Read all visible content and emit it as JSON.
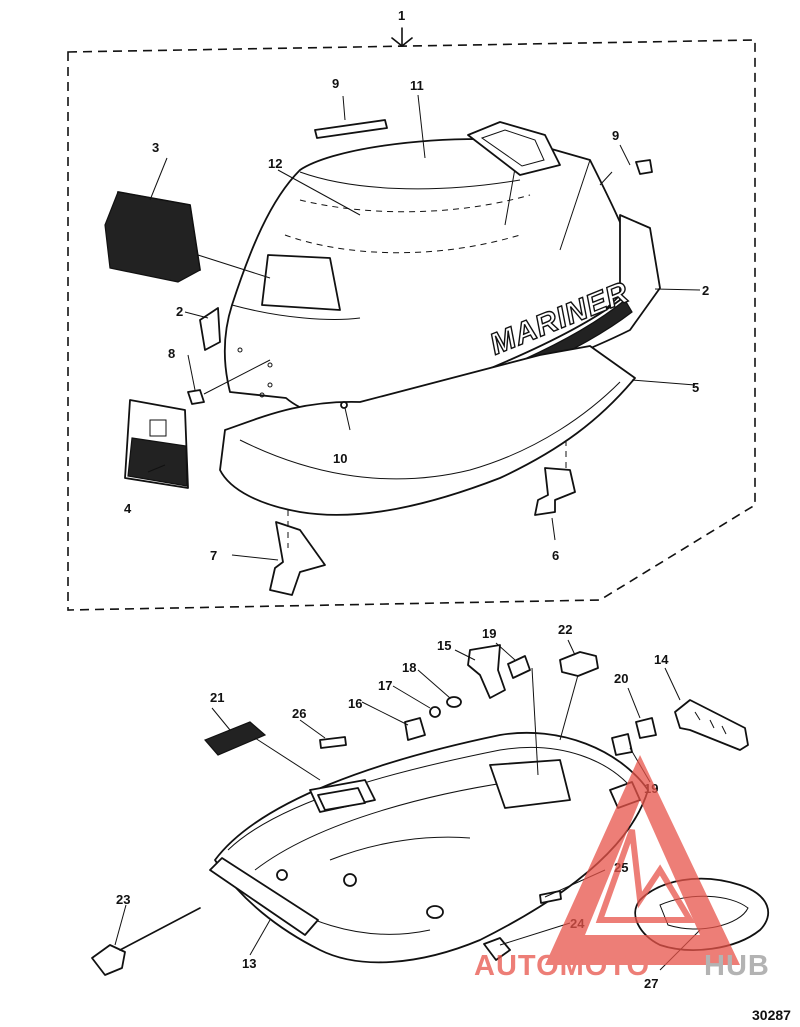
{
  "figure_number": "30287",
  "brand_text": "MARINER",
  "watermark": {
    "part1": "AUTOMOTO",
    "part2": "HUB",
    "color_primary": "#e8544a",
    "color_secondary": "#9a9a9a"
  },
  "callouts": [
    "1",
    "2",
    "3",
    "4",
    "5",
    "6",
    "7",
    "8",
    "9",
    "10",
    "11",
    "12",
    "13",
    "14",
    "15",
    "16",
    "17",
    "18",
    "19",
    "20",
    "21",
    "22",
    "23",
    "24",
    "25",
    "26",
    "27"
  ]
}
